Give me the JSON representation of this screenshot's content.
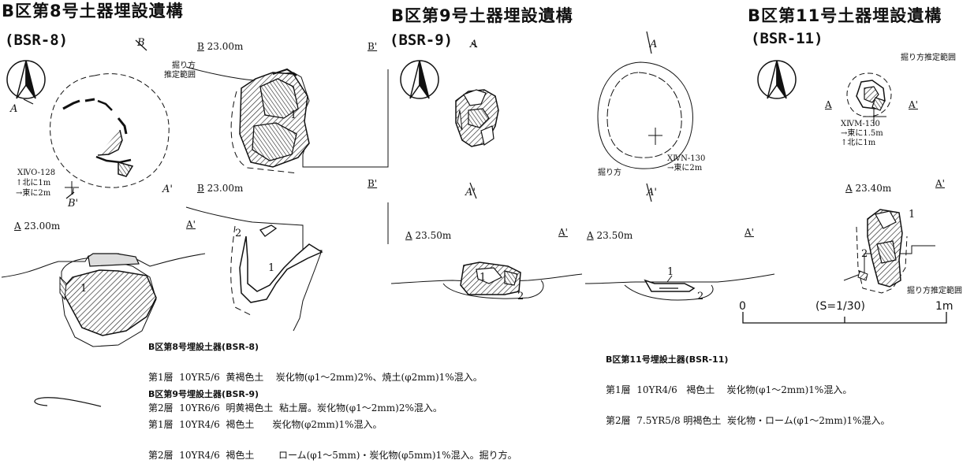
{
  "bsr8": {
    "title": "B区第8号土器埋設遺構",
    "code": "(BSR-8)",
    "dig_note_1": "掘り方",
    "dig_note_2": "推定範囲",
    "point_1": "XⅣO-128",
    "point_2": "↑北に1m",
    "point_3": "→東に2m",
    "elev_plan": "23.00m",
    "elev_sec_upper": "23.00m",
    "elev_sec_lower": "23.00m",
    "mark_a": "A",
    "mark_a2": "A'",
    "mark_b": "B",
    "mark_b2": "B'",
    "layer_1": "1",
    "layer_2": "2"
  },
  "bsr9": {
    "title": "B区第9号土器埋設遺構",
    "code": "(BSR-9)",
    "point_1": "XⅣN-130",
    "point_2": "→東に2m",
    "dig_label": "掘り方",
    "elev_left": "23.50m",
    "elev_right": "23.50m",
    "mark_a": "A",
    "mark_a2": "A'",
    "layer_1": "1",
    "layer_2": "2"
  },
  "bsr11": {
    "title": "B区第11号土器埋設遺構",
    "code": "(BSR-11)",
    "dig_note": "掘り方推定範囲",
    "dig_note_lower": "掘り方推定範囲",
    "point_1": "XⅣM-130",
    "point_2": "→東に1.5m",
    "point_3": "↑北に1m",
    "elev": "23.40m",
    "mark_a": "A",
    "mark_a2": "A'",
    "layer_1": "1",
    "layer_2": "2"
  },
  "scale": {
    "zero": "0",
    "label": "(S=1/30)",
    "one_m": "1m"
  },
  "legend8": {
    "heading": "B区第8号埋設土器(BSR-8)",
    "row1": "第1層  10YR5/6  黄褐色土    炭化物(φ1～2mm)2%、焼土(φ2mm)1%混入。",
    "row2": "第2層  10YR6/6  明黄褐色土  粘土層。炭化物(φ1～2mm)2%混入。"
  },
  "legend9": {
    "heading": "B区第9号埋設土器(BSR-9)",
    "row1": "第1層  10YR4/6  褐色土      炭化物(φ2mm)1%混入。",
    "row2": "第2層  10YR4/6  褐色土        ローム(φ1～5mm)・炭化物(φ5mm)1%混入。掘り方。"
  },
  "legend11": {
    "heading": "B区第11号埋設土器(BSR-11)",
    "row1": "第1層  10YR4/6   褐色土    炭化物(φ1～2mm)1%混入。",
    "row2": "第2層  7.5YR5/8 明褐色土  炭化物・ローム(φ1～2mm)1%混入。"
  }
}
